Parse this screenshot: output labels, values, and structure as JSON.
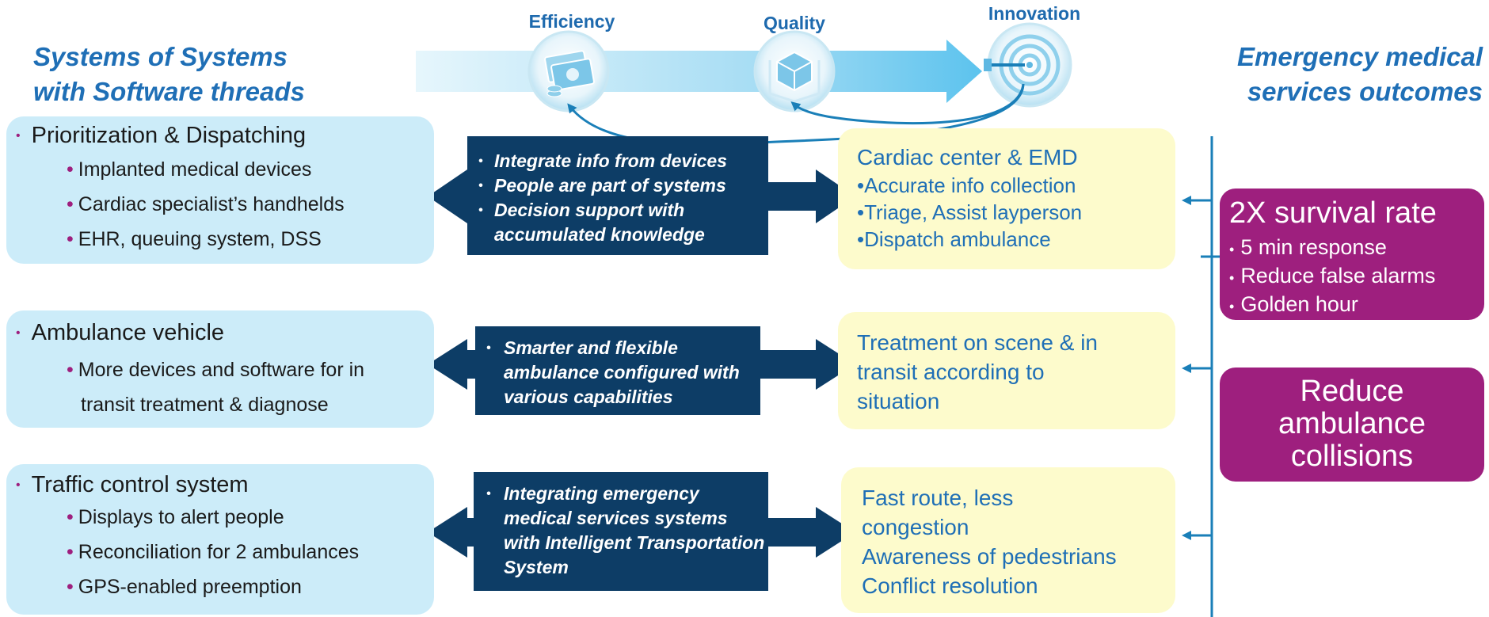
{
  "header": {
    "left_heading": [
      "Systems of Systems",
      "with Software threads"
    ],
    "right_heading": [
      "Emergency medical",
      "services outcomes"
    ],
    "qualities": [
      "Efficiency",
      "Quality",
      "Innovation"
    ]
  },
  "rows": [
    {
      "system_title": "Prioritization & Dispatching",
      "system_items": [
        "Implanted medical devices",
        "Cardiac specialist’s handhelds",
        "EHR, queuing system, DSS"
      ],
      "thread_items": [
        "Integrate info from devices",
        "People are part of systems",
        "Decision support with accumulated knowledge"
      ],
      "result_lines": [
        "Cardiac center & EMD",
        "•Accurate info collection",
        "•Triage, Assist layperson",
        "•Dispatch ambulance"
      ]
    },
    {
      "system_title": "Ambulance vehicle",
      "system_items": [
        "More devices and software for in transit treatment & diagnose"
      ],
      "thread_items": [
        "Smarter and flexible ambulance configured with various capabilities"
      ],
      "result_lines": [
        "Treatment on scene & in",
        "transit according to",
        "situation"
      ]
    },
    {
      "system_title": "Traffic control system",
      "system_items": [
        "Displays to alert people",
        "Reconciliation for 2 ambulances",
        "GPS-enabled preemption"
      ],
      "thread_items": [
        "Integrating emergency medical services systems with Intelligent Transportation System"
      ],
      "result_lines": [
        "Fast route, less",
        "congestion",
        "Awareness of pedestrians",
        "Conflict resolution"
      ]
    }
  ],
  "outcomes": {
    "survival": {
      "title": "2X survival rate",
      "items": [
        "5 min response",
        "Reduce false alarms",
        "Golden hour"
      ]
    },
    "collisions": [
      "Reduce",
      "ambulance",
      "collisions"
    ]
  },
  "colors": {
    "heading_blue": "#1f6fb6",
    "system_box": "#ccecf9",
    "thread_box": "#0d3d66",
    "result_box": "#fdfbcc",
    "outcome_box": "#9e1f7e"
  },
  "icons": [
    "banknotes-icon",
    "cube-icon",
    "target-icon"
  ]
}
